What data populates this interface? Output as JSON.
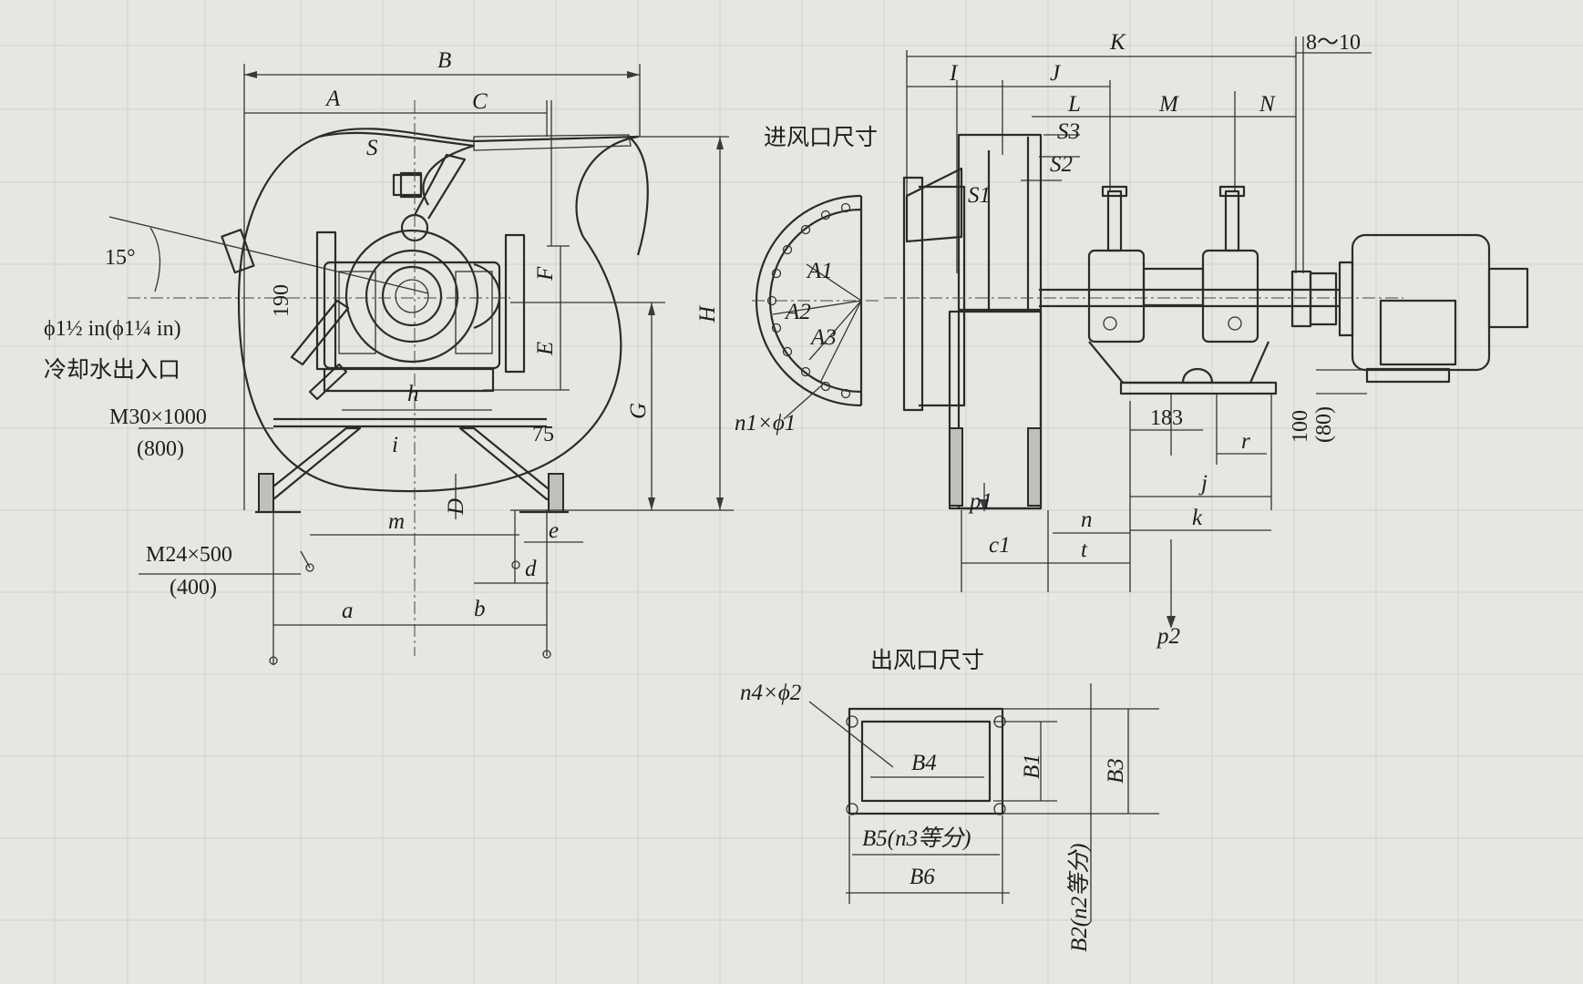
{
  "labels": {
    "A": "A",
    "B": "B",
    "C": "C",
    "S": "S",
    "angle": "15°",
    "d190": "190",
    "F": "F",
    "E": "E",
    "G": "G",
    "H": "H",
    "h": "h",
    "i": "i",
    "m": "m",
    "D": "D",
    "e": "e",
    "d": "d",
    "a": "a",
    "b": "b",
    "t75": "75",
    "K": "K",
    "I": "I",
    "J": "J",
    "L": "L",
    "M": "M",
    "N": "N",
    "gap": "8～10",
    "S3": "S3",
    "S2": "S2",
    "S1": "S1",
    "A1": "A1",
    "A2": "A2",
    "A3": "A3",
    "n1phi1": "n1×ϕ1",
    "p1": "p1",
    "p2": "p2",
    "c1": "c1",
    "t": "t",
    "n": "n",
    "k": "k",
    "j": "j",
    "r": "r",
    "d183": "183",
    "d100": "100",
    "d80": "(80)",
    "n4phi2": "n4×ϕ2",
    "B1": "B1",
    "B3": "B3",
    "B4": "B4",
    "B5": "B5(n3等分)",
    "B6": "B6",
    "B2": "B2(n2等分)"
  },
  "notes": {
    "pipe": "ϕ1½ in(ϕ1¼ in)",
    "cooling": "冷却水出入口",
    "bolt1": "M30×1000",
    "bolt1_alt": "(800)",
    "bolt2": "M24×500",
    "bolt2_alt": "(400)"
  },
  "titles": {
    "inlet": "进风口尺寸",
    "outlet": "出风口尺寸"
  }
}
